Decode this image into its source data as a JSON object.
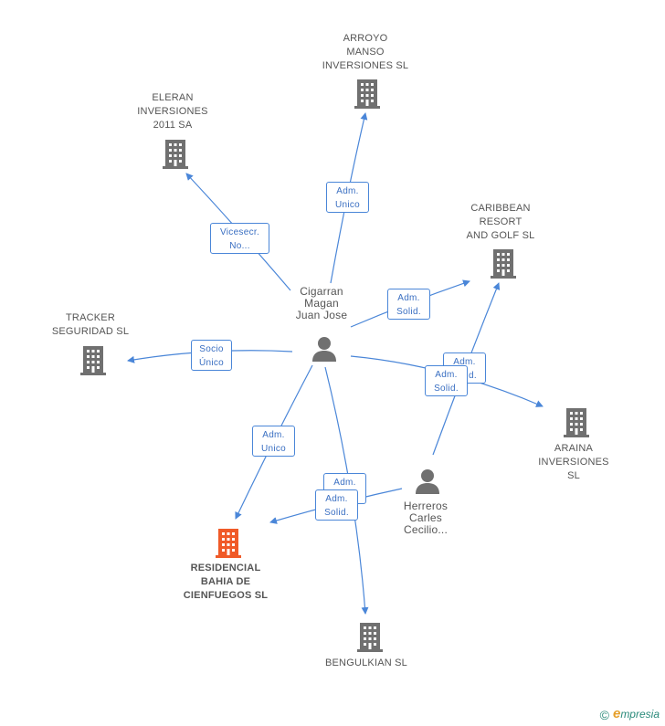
{
  "colors": {
    "edge": "#4a86d8",
    "node": "#707070",
    "focus": "#f05a28",
    "label_text": "#555555"
  },
  "companies": [
    {
      "id": "arroyo",
      "label": "ARROYO\nMANSO\nINVERSIONES SL",
      "icon": "building-icon",
      "focus": false
    },
    {
      "id": "eleran",
      "label": "ELERAN\nINVERSIONES\n2011 SA",
      "icon": "building-icon",
      "focus": false
    },
    {
      "id": "caribbean",
      "label": "CARIBBEAN\nRESORT\nAND GOLF SL",
      "icon": "building-icon",
      "focus": false
    },
    {
      "id": "tracker",
      "label": "TRACKER\nSEGURIDAD SL",
      "icon": "building-icon",
      "focus": false
    },
    {
      "id": "araina",
      "label": "ARAINA\nINVERSIONES\nSL",
      "icon": "building-icon",
      "focus": false
    },
    {
      "id": "residencial",
      "label": "RESIDENCIAL\nBAHIA DE\nCIENFUEGOS SL",
      "icon": "building-icon",
      "focus": true
    },
    {
      "id": "bengulkian",
      "label": "BENGULKIAN SL",
      "icon": "building-icon",
      "focus": false
    }
  ],
  "persons": [
    {
      "id": "cigarran",
      "label": "Cigarran\nMagan\nJuan Jose",
      "icon": "person-icon"
    },
    {
      "id": "herreros",
      "label": "Herreros\nCarles\nCecilio...",
      "icon": "person-icon"
    }
  ],
  "relations": [
    {
      "id": "r1",
      "label": "Adm.\nUnico"
    },
    {
      "id": "r2",
      "label": "Vicesecr.\nNo..."
    },
    {
      "id": "r3",
      "label": "Adm.\nSolid."
    },
    {
      "id": "r4",
      "label": "Socio\nÚnico"
    },
    {
      "id": "r5",
      "label": "Adm.\nSolid."
    },
    {
      "id": "r6",
      "label": "Adm.\nSolid."
    },
    {
      "id": "r7",
      "label": "Adm.\nUnico"
    },
    {
      "id": "r8",
      "label": "Adm.\nSolid."
    },
    {
      "id": "r9",
      "label": "Adm.\nSolid."
    }
  ],
  "footer": {
    "copyright": "©",
    "brand_initial": "e",
    "brand_rest": "mpresia"
  }
}
